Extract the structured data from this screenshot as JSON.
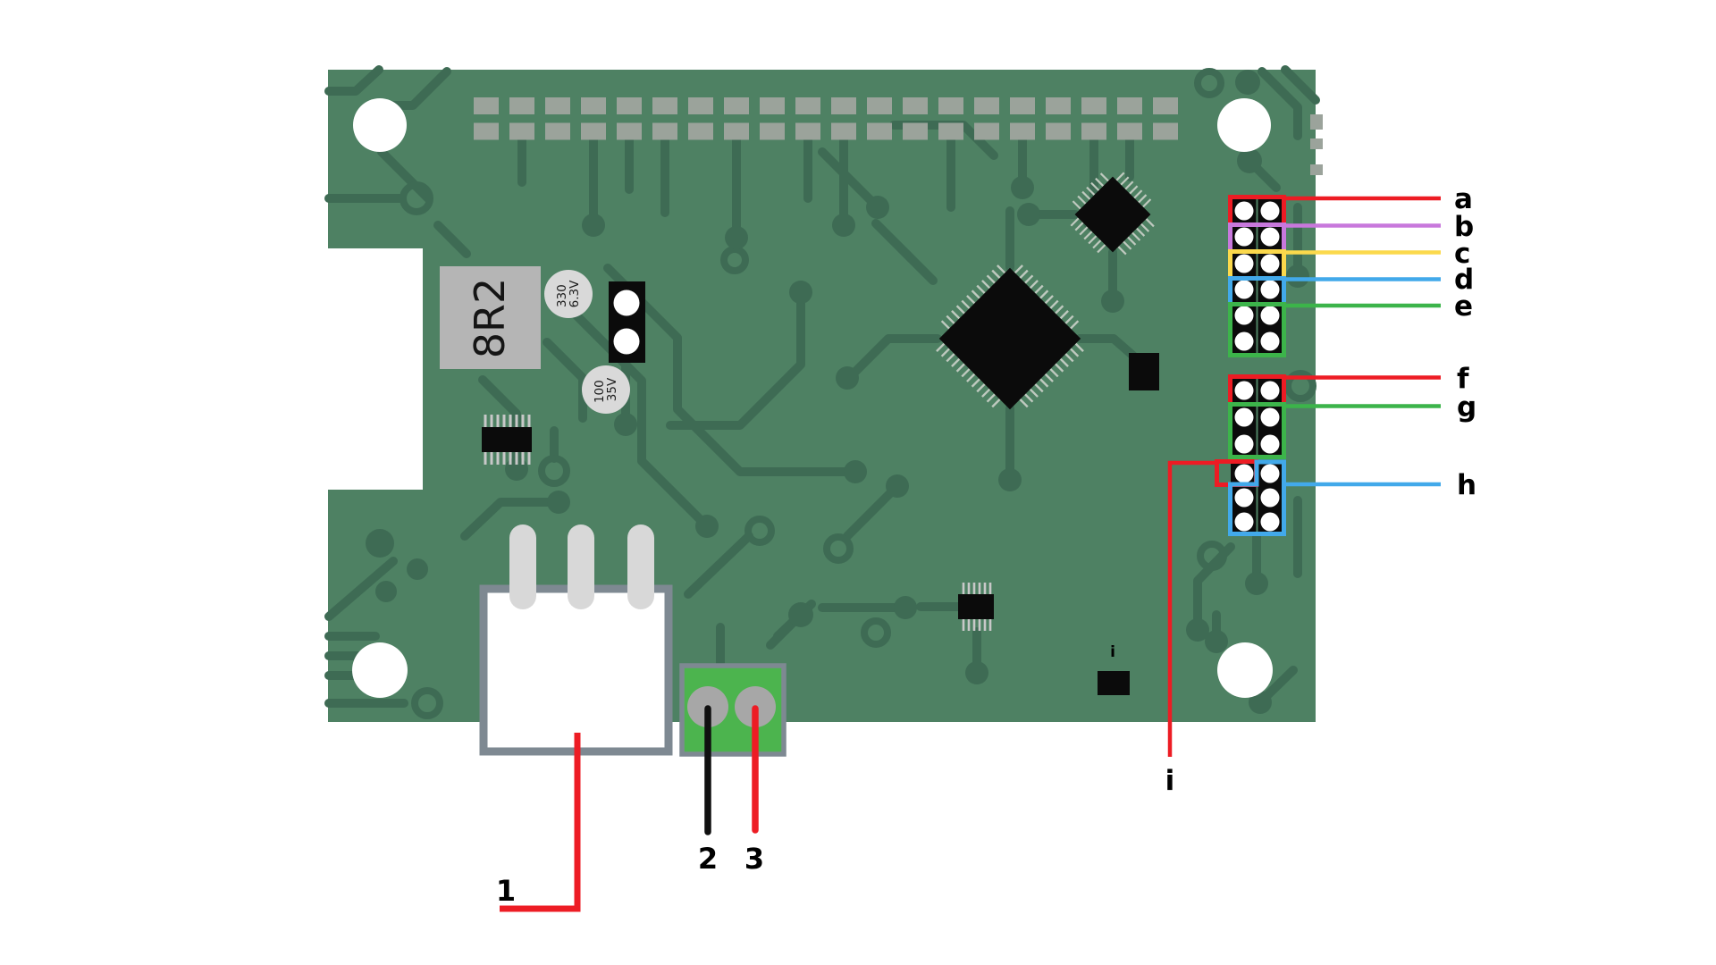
{
  "diagram": {
    "title": "annotated-pcb-diagram",
    "palette": {
      "board_green": "#4E8163",
      "trace_green": "#3E6B54",
      "pad_gray": "#9BA39B",
      "terminal_green": "#4CB44E",
      "connector_border_gray": "#7E8992",
      "component_gray": "#B5B5B5",
      "capacitor_gray": "#D9D9D9",
      "red": "#ED1C24",
      "purple": "#C878DC",
      "yellow": "#FBD94C",
      "blue": "#42A9EA",
      "green": "#3CB44A",
      "wire_black": "#101010"
    },
    "components": {
      "resistor_label": "8R2",
      "capacitor_top": {
        "line1": "330",
        "line2": "6.3V"
      },
      "capacitor_bottom": {
        "line1": "100",
        "line2": "35V"
      },
      "ic_small_label": "i"
    },
    "callouts": {
      "a": {
        "label": "a",
        "color": "#ED1C24"
      },
      "b": {
        "label": "b",
        "color": "#C878DC"
      },
      "c": {
        "label": "c",
        "color": "#FBD94C"
      },
      "d": {
        "label": "d",
        "color": "#42A9EA"
      },
      "e": {
        "label": "e",
        "color": "#3CB44A"
      },
      "f": {
        "label": "f",
        "color": "#ED1C24"
      },
      "g": {
        "label": "g",
        "color": "#3CB44A"
      },
      "h": {
        "label": "h",
        "color": "#42A9EA"
      },
      "i": {
        "label": "i",
        "color": "#ED1C24"
      },
      "n1": {
        "label": "1",
        "color": "#ED1C24"
      },
      "n2": {
        "label": "2",
        "color": "#101010"
      },
      "n3": {
        "label": "3",
        "color": "#ED1C24"
      }
    }
  }
}
